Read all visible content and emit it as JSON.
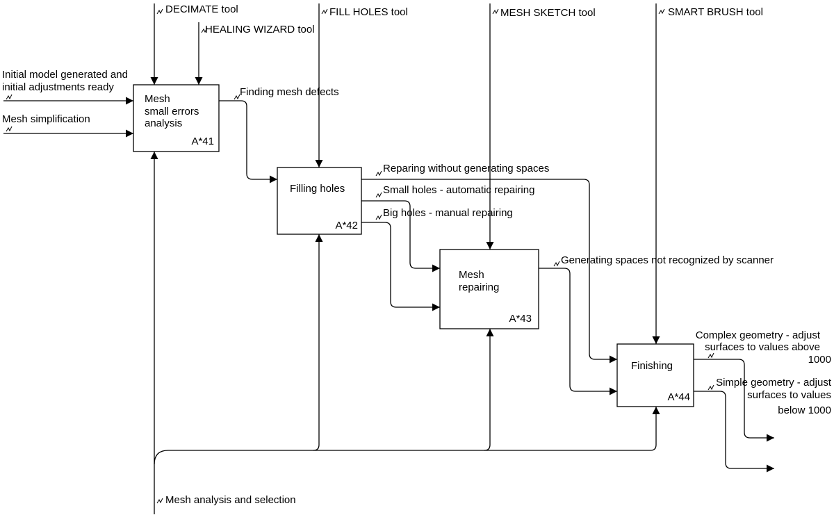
{
  "activities": {
    "a41": {
      "title_lines": [
        "Mesh",
        "small errors",
        "analysis"
      ],
      "node": "A*41"
    },
    "a42": {
      "title_lines": [
        "Filling holes"
      ],
      "node": "A*42"
    },
    "a43": {
      "title_lines": [
        "Mesh",
        "repairing"
      ],
      "node": "A*43"
    },
    "a44": {
      "title_lines": [
        "Finishing"
      ],
      "node": "A*44"
    }
  },
  "controls": {
    "decimate": "DECIMATE tool",
    "healing_wizard": "HEALING WIZARD tool",
    "fill_holes": "FILL HOLES tool",
    "mesh_sketch": "MESH SKETCH tool",
    "smart_brush": "SMART BRUSH tool"
  },
  "inputs": {
    "initial_model": [
      "Initial model generated and",
      "initial adjustments ready"
    ],
    "mesh_simplification": "Mesh simplification"
  },
  "flows": {
    "finding_defects": "Finding mesh defects",
    "reparing_without": "Reparing without generating spaces",
    "small_holes": "Small holes - automatic repairing",
    "big_holes": "Big holes - manual repairing",
    "generating_spaces": "Generating spaces not recognized by scanner"
  },
  "outputs": {
    "complex_geometry": [
      "Complex geometry - adjust",
      "surfaces to values above",
      "1000"
    ],
    "simple_geometry": [
      "Simple geometry - adjust",
      "surfaces to values",
      "below 1000"
    ]
  },
  "mechanism": "Mesh analysis and selection"
}
